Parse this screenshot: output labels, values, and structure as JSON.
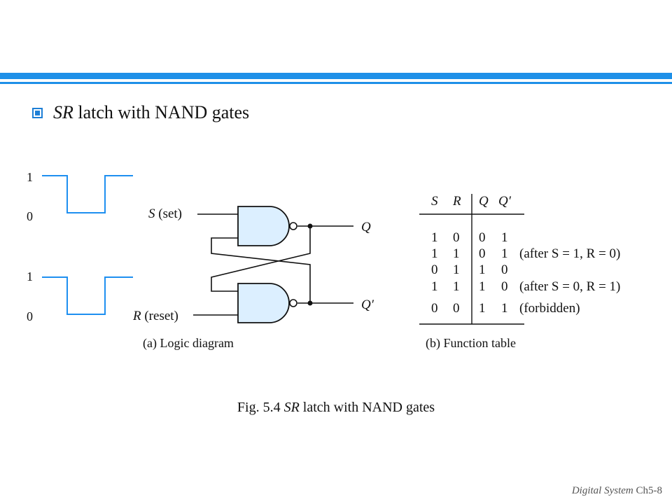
{
  "header": {
    "bullet_italic": "SR",
    "bullet_text": " latch with NAND gates"
  },
  "waveforms": {
    "s_high": "1",
    "s_low": "0",
    "r_high": "1",
    "r_low": "0"
  },
  "diagram": {
    "s_label_var": "S",
    "s_label_rest": " (set)",
    "r_label_var": "R",
    "r_label_rest": " (reset)",
    "q_label": "Q",
    "qprime_label": "Q′",
    "caption": "(a) Logic diagram"
  },
  "function_table": {
    "headers": [
      "S",
      "R",
      "Q",
      "Q′"
    ],
    "rows": [
      [
        "1",
        "0",
        "0",
        "1"
      ],
      [
        "1",
        "1",
        "0",
        "1"
      ],
      [
        "0",
        "1",
        "1",
        "0"
      ],
      [
        "1",
        "1",
        "1",
        "0"
      ],
      [
        "0",
        "0",
        "1",
        "1"
      ]
    ],
    "notes": [
      "",
      "(after S = 1, R = 0)",
      "",
      "(after S = 0, R = 1)",
      "(forbidden)"
    ],
    "caption": "(b) Function table"
  },
  "figure": {
    "label": "Fig. 5.4 ",
    "italic": "SR",
    "rest": " latch with NAND gates"
  },
  "footer": {
    "italic": "Digital System",
    "rest": " Ch5-8"
  },
  "colors": {
    "accent": "#1e90e8",
    "gate_fill": "#dcefff",
    "waveform": "#1e8ff0"
  }
}
